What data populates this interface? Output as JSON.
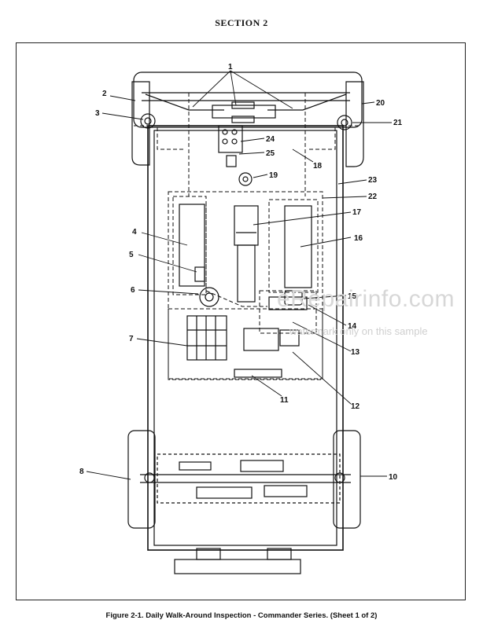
{
  "page": {
    "section_title": "SECTION 2",
    "caption": "Figure 2-1. Daily Walk-Around Inspection - Commander Series. (Sheet 1 of 2)"
  },
  "watermark": {
    "main": "eRepairinfo.com",
    "sub": "watermark only on this sample"
  },
  "callouts": [
    {
      "id": "1",
      "label": "1"
    },
    {
      "id": "2",
      "label": "2"
    },
    {
      "id": "3",
      "label": "3"
    },
    {
      "id": "4",
      "label": "4"
    },
    {
      "id": "5",
      "label": "5"
    },
    {
      "id": "6",
      "label": "6"
    },
    {
      "id": "7",
      "label": "7"
    },
    {
      "id": "8",
      "label": "8"
    },
    {
      "id": "10",
      "label": "10"
    },
    {
      "id": "11",
      "label": "11"
    },
    {
      "id": "12",
      "label": "12"
    },
    {
      "id": "13",
      "label": "13"
    },
    {
      "id": "14",
      "label": "14"
    },
    {
      "id": "15",
      "label": "15"
    },
    {
      "id": "16",
      "label": "16"
    },
    {
      "id": "17",
      "label": "17"
    },
    {
      "id": "18",
      "label": "18"
    },
    {
      "id": "19",
      "label": "19"
    },
    {
      "id": "20",
      "label": "20"
    },
    {
      "id": "21",
      "label": "21"
    },
    {
      "id": "22",
      "label": "22"
    },
    {
      "id": "23",
      "label": "23"
    },
    {
      "id": "24",
      "label": "24"
    },
    {
      "id": "25",
      "label": "25"
    }
  ]
}
